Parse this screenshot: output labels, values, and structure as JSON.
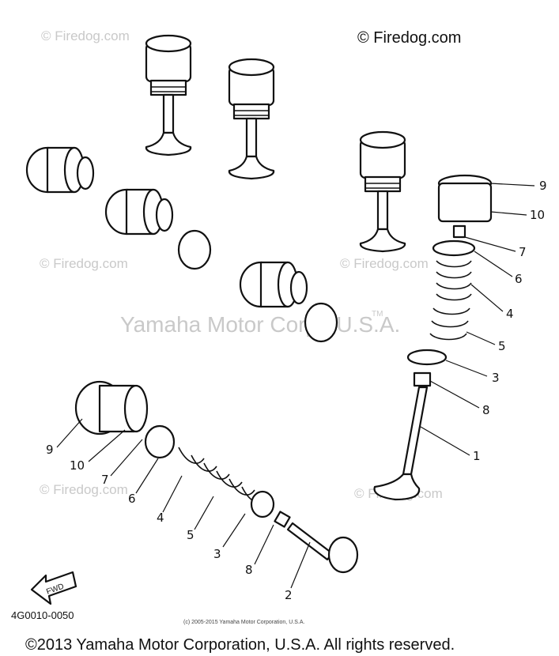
{
  "watermark": {
    "main": "© Firedog.com",
    "faint": "© Firedog.com",
    "center": "Yamaha Motor Corp., U.S.A.",
    "tm": "TM"
  },
  "diagram": {
    "code": "4G0010-0050",
    "small_copyright": "(c) 2005-2015 Yamaha Motor Corporation, U.S.A.",
    "footer": "©2013 Yamaha Motor Corporation, U.S.A. All rights reserved.",
    "fwd": "FWD"
  },
  "callouts": {
    "right": [
      "9",
      "10",
      "7",
      "6",
      "4",
      "5",
      "3",
      "8",
      "1"
    ],
    "bottom": [
      "9",
      "10",
      "7",
      "6",
      "4",
      "5",
      "3",
      "8",
      "2"
    ]
  }
}
